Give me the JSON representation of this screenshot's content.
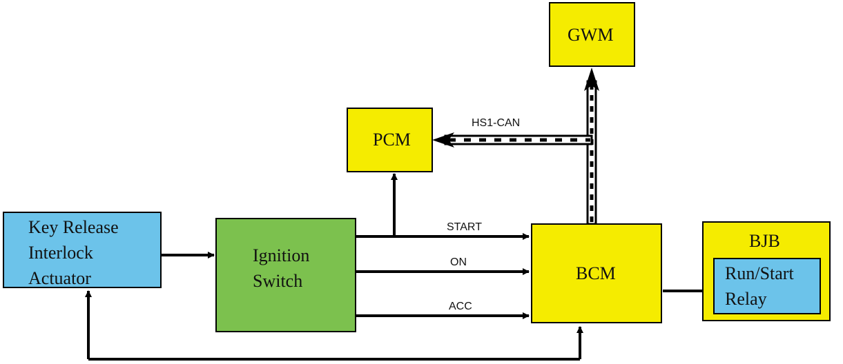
{
  "colors": {
    "yellow": "#f5ec00",
    "blue": "#6cc3ea",
    "green": "#7cc14e",
    "line": "#000000"
  },
  "blocks": {
    "key_release": {
      "lines": [
        "Key Release",
        "Interlock",
        "Actuator"
      ]
    },
    "ignition": {
      "lines": [
        "Ignition",
        "Switch"
      ]
    },
    "pcm": {
      "label": "PCM"
    },
    "gwm": {
      "label": "GWM"
    },
    "bcm": {
      "label": "BCM"
    },
    "bjb": {
      "label": "BJB"
    },
    "relay": {
      "lines": [
        "Run/Start",
        "Relay"
      ]
    }
  },
  "signals": {
    "start": "START",
    "on": "ON",
    "acc": "ACC",
    "bus": "HS1-CAN"
  }
}
